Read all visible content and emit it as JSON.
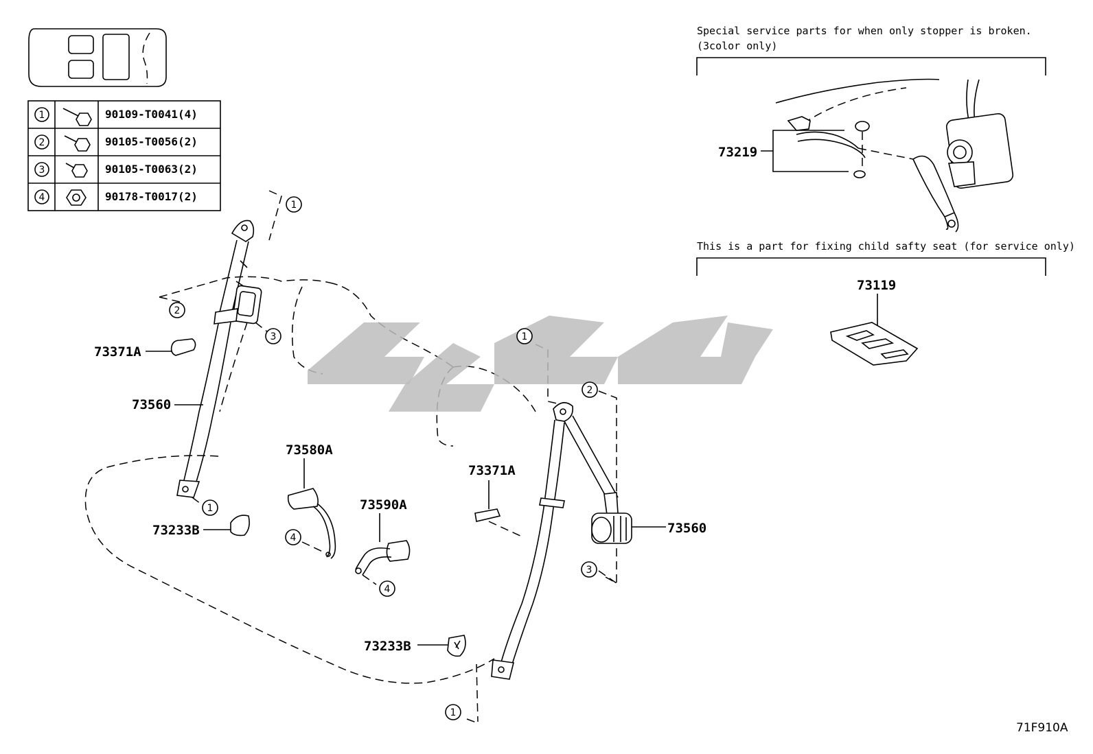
{
  "callouts": [
    {
      "id": "c1",
      "label": "73371A"
    },
    {
      "id": "c2",
      "label": "73560"
    },
    {
      "id": "c3",
      "label": "73233B"
    },
    {
      "id": "c4",
      "label": "73580A"
    },
    {
      "id": "c5",
      "label": "73590A"
    },
    {
      "id": "c6",
      "label": "73371A"
    },
    {
      "id": "c7",
      "label": "73560"
    },
    {
      "id": "c8",
      "label": "73233B"
    },
    {
      "id": "c9",
      "label": "73219"
    },
    {
      "id": "c10",
      "label": "73119"
    }
  ],
  "fastener_table": [
    {
      "num": "1",
      "part": "90109-T0041(4)"
    },
    {
      "num": "2",
      "part": "90105-T0056(2)"
    },
    {
      "num": "3",
      "part": "90105-T0063(2)"
    },
    {
      "num": "4",
      "part": "90178-T0017(2)"
    }
  ],
  "notes": {
    "stopper_line1": "Special service parts for when only stopper is broken.",
    "stopper_line2": "(3color only)",
    "child_seat": "This is a part for fixing child safty seat (for service only)"
  },
  "markers": {
    "one": "1",
    "two": "2",
    "three": "3",
    "four": "4"
  },
  "figure_code": "71F910A",
  "colors": {
    "line": "#000000",
    "watermark": "#bdbdbd",
    "background": "#ffffff"
  }
}
